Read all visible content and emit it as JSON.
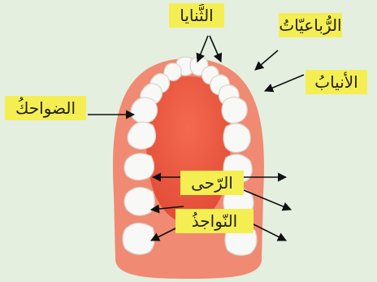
{
  "labels": {
    "incisors": "الثَّنايا",
    "lateral_incisors": "الرُّباعيّاتُ",
    "canines": "الأنيابُ",
    "premolars": "الضواحكُ",
    "molars": "الرّحى",
    "wisdom": "النّواجذُ"
  },
  "colors": {
    "background": "#e4efe0",
    "gum": "#f08a72",
    "palate": "#e8553e",
    "tooth": "#f8f8f6",
    "label_bg": "#f5ee52"
  }
}
